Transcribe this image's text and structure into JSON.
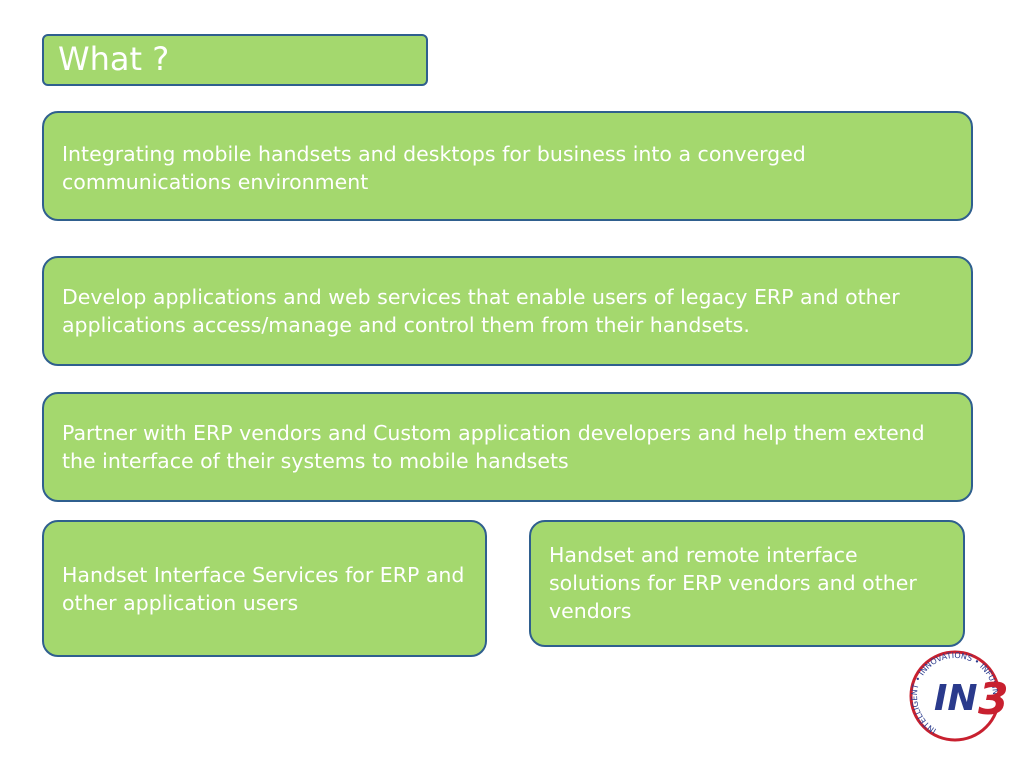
{
  "slide": {
    "title": "What ?",
    "boxes": [
      "Integrating mobile handsets and desktops for business into a converged communications environment",
      "Develop applications and web services that enable users of legacy ERP and other applications access/manage and control them from their handsets.",
      "Partner with ERP vendors and Custom application developers and help them extend the interface of their systems to mobile handsets",
      "Handset Interface Services for ERP and other application users",
      "Handset and remote interface solutions for ERP vendors and other vendors"
    ]
  },
  "logo": {
    "name": "IN3",
    "ring_text": "INTELLIGENT • INNOVATIONS • INFUSING"
  },
  "colors": {
    "box_fill": "#a4d86e",
    "box_border": "#2f5f8e",
    "text": "#ffffff",
    "logo_blue": "#2a3a8c",
    "logo_red": "#c8202f"
  }
}
